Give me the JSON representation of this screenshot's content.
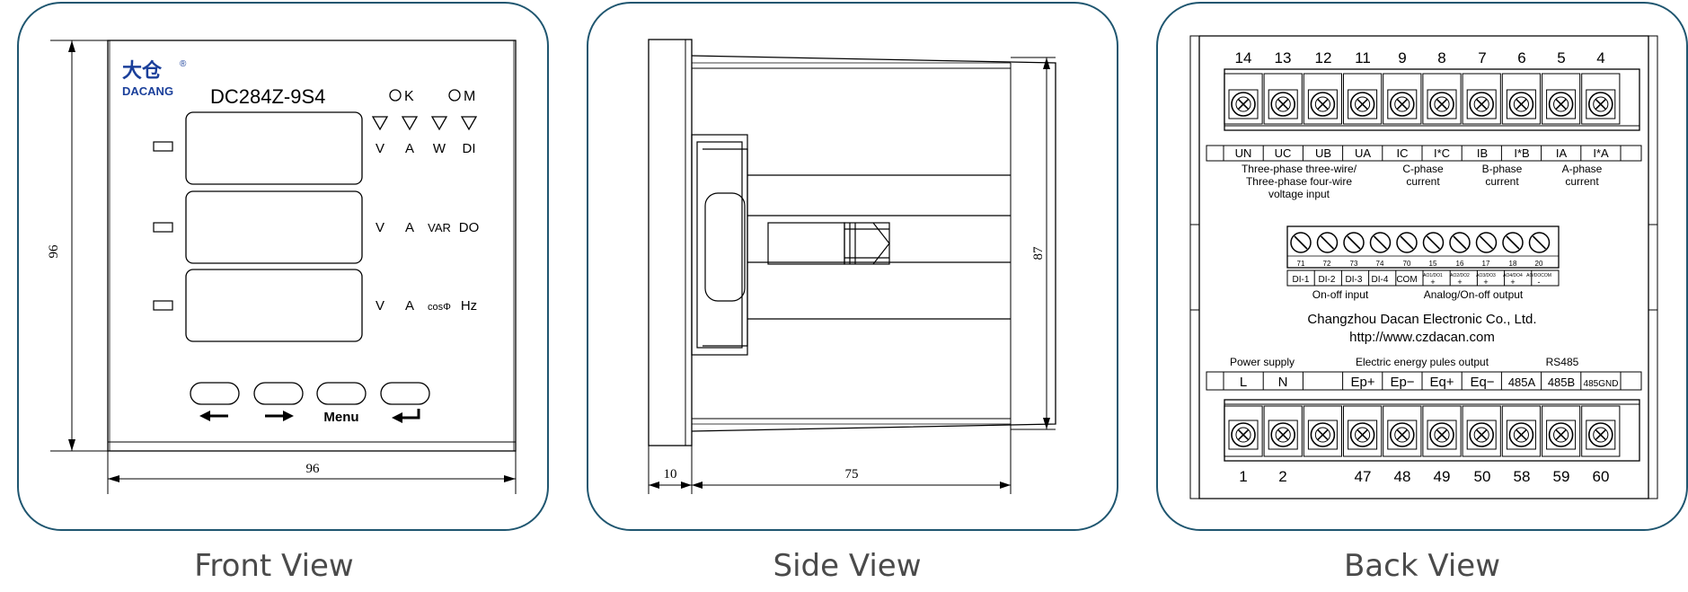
{
  "colors": {
    "panel_border": "#1f5670",
    "line": "#000000",
    "caption": "#4a4a4a"
  },
  "front": {
    "caption": "Front View",
    "brand_cn": "大仓",
    "brand_mark": "®",
    "brand_en": "DACANG",
    "model": "DC284Z-9S4",
    "led_k": "K",
    "led_m": "M",
    "row1": [
      "V",
      "A",
      "W",
      "DI"
    ],
    "row2": [
      "V",
      "A",
      "VAR",
      "DO"
    ],
    "row3": [
      "V",
      "A",
      "cosΦ",
      "Hz"
    ],
    "menu": "Menu",
    "dim_height": "96",
    "dim_width": "96"
  },
  "side": {
    "caption": "Side View",
    "dim_height": "87",
    "dim_bezel": "10",
    "dim_depth": "75"
  },
  "back": {
    "caption": "Back View",
    "top_numbers": [
      "14",
      "13",
      "12",
      "11",
      "9",
      "8",
      "7",
      "6",
      "5",
      "4"
    ],
    "top_labels": [
      "UN",
      "UC",
      "UB",
      "UA",
      "IC",
      "I*C",
      "IB",
      "I*B",
      "IA",
      "I*A"
    ],
    "voltage_1": "Three-phase three-wire/",
    "voltage_2": "Three-phase four-wire",
    "voltage_3": "voltage input",
    "c_phase_1": "C-phase",
    "c_phase_2": "current",
    "b_phase_1": "B-phase",
    "b_phase_2": "current",
    "a_phase_1": "A-phase",
    "a_phase_2": "current",
    "mid_numbers": [
      "71",
      "72",
      "73",
      "74",
      "70",
      "15",
      "16",
      "17",
      "18",
      "20"
    ],
    "mid_labels": [
      "DI-1",
      "DI-2",
      "DI-3",
      "DI-4",
      "COM",
      "AO1/DO1",
      "AO2/DO2",
      "AO3/DO3",
      "AO4/DO4",
      "AO/DOCOM"
    ],
    "mid_signs": [
      "+",
      "+",
      "+",
      "+",
      "-"
    ],
    "onoff_input": "On-off input",
    "analog_output": "Analog/On-off output",
    "company": "Changzhou Dacan Electronic Co., Ltd.",
    "website": "http://www.czdacan.com",
    "power_supply": "Power supply",
    "energy_output": "Electric energy pules output",
    "rs485": "RS485",
    "bottom_labels": [
      "L",
      "N",
      "",
      "Ep+",
      "Ep−",
      "Eq+",
      "Eq−",
      "485A",
      "485B",
      "485GND"
    ],
    "bottom_numbers": [
      "1",
      "2",
      "",
      "47",
      "48",
      "49",
      "50",
      "58",
      "59",
      "60"
    ]
  }
}
